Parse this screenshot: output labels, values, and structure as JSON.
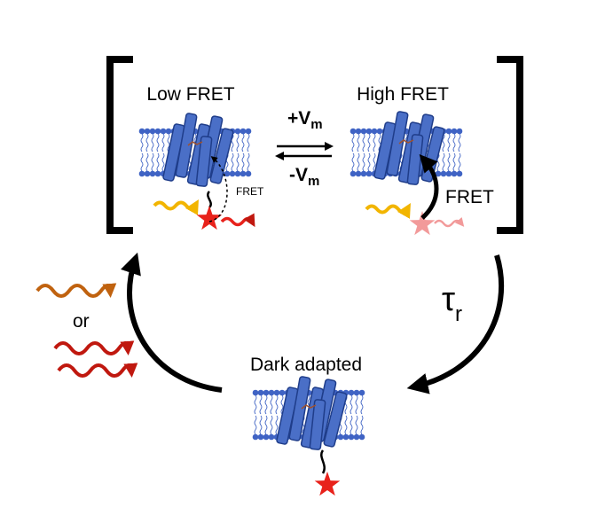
{
  "diagram": {
    "low_state": {
      "title": "Low FRET",
      "fret_small_label": "FRET"
    },
    "high_state": {
      "title": "High FRET",
      "fret_label": "FRET"
    },
    "equilibrium": {
      "forward_main": "+V",
      "forward_sub": "m",
      "reverse_main": "-V",
      "reverse_sub": "m"
    },
    "relaxation": {
      "symbol": "τ",
      "subscript": "r"
    },
    "dark_state": {
      "title": "Dark adapted"
    },
    "illumination": {
      "or_label": "or"
    }
  },
  "colors": {
    "helix": "#4a6fc7",
    "helix_stroke": "#1f3d8a",
    "lipid": "#3f63c4",
    "fluorophore": "#e8221b",
    "fluorophore_dim": "#f29a9a",
    "excitation": "#f2b500",
    "orange_light": "#c0620f",
    "red_light": "#c0180f"
  }
}
